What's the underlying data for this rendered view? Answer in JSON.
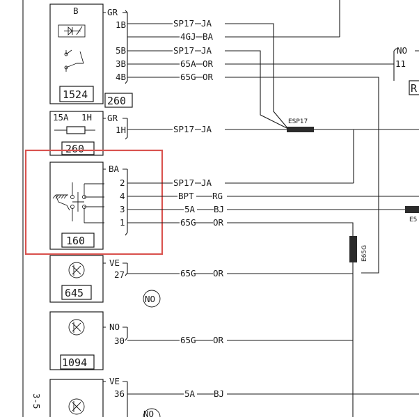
{
  "components": {
    "c1524": {
      "title": "B",
      "ref": "1524",
      "connector": "260",
      "color": "GR",
      "pins": [
        "1B",
        "5B",
        "3B",
        "4B"
      ]
    },
    "c260": {
      "fuse_rating": "15A",
      "fuse_pin": "1H",
      "ref": "260",
      "color": "GR",
      "pin": "1H"
    },
    "c160": {
      "ref": "160",
      "color": "BA",
      "pins": [
        "2",
        "4",
        "3",
        "1"
      ]
    },
    "c645": {
      "ref": "645",
      "color": "VE",
      "pin": "27"
    },
    "c1094": {
      "ref": "1094",
      "color": "NO",
      "pin": "30"
    },
    "cbottom": {
      "color": "VE",
      "pin": "36"
    }
  },
  "wires": [
    {
      "id": "w1",
      "code": "SP17",
      "color": "JA"
    },
    {
      "id": "w2",
      "code": "4GJ",
      "color": "BA"
    },
    {
      "id": "w3",
      "code": "SP17",
      "color": "JA"
    },
    {
      "id": "w4",
      "code": "65A",
      "color": "OR"
    },
    {
      "id": "w5",
      "code": "65G",
      "color": "OR"
    },
    {
      "id": "w6",
      "code": "SP17",
      "color": "JA"
    },
    {
      "id": "w7",
      "code": "SP17",
      "color": "JA"
    },
    {
      "id": "w8",
      "code": "BPT",
      "color": "RG"
    },
    {
      "id": "w9",
      "code": "5A",
      "color": "BJ"
    },
    {
      "id": "w10",
      "code": "65G",
      "color": "OR"
    },
    {
      "id": "w11",
      "code": "65G",
      "color": "OR"
    },
    {
      "id": "w12",
      "code": "65G",
      "color": "OR"
    },
    {
      "id": "w13",
      "code": "5A",
      "color": "BJ"
    }
  ],
  "splices": {
    "esp17": "ESP17",
    "e65g": "E65G",
    "e5": "E5"
  },
  "remote": {
    "color": "NO",
    "pin": "11",
    "partial": "R"
  },
  "markers": {
    "no1": "NO",
    "no2": "NO"
  },
  "edge_text": "3-5",
  "highlight_color": "#d9534f"
}
